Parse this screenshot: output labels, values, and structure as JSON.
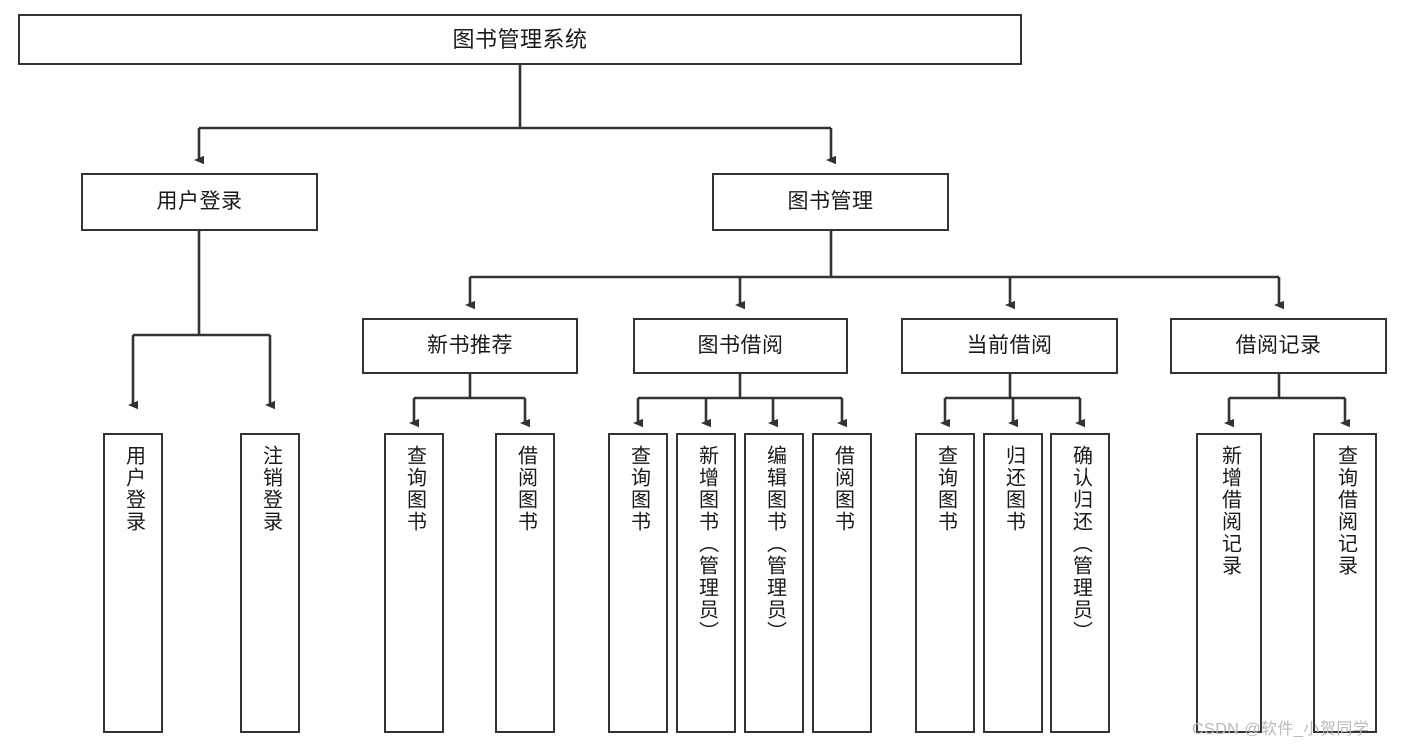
{
  "diagram": {
    "type": "hierarchy-tree",
    "title": "图书管理系统",
    "watermark": "CSDN @软件_小贺同学",
    "colors": {
      "background": "#ffffff",
      "node_border": "#333333",
      "node_fill": "#ffffff",
      "connector": "#333333",
      "text": "#1a1a1a",
      "watermark": "#b9b9b9"
    },
    "nodes": {
      "root": {
        "label": "图书管理系统"
      },
      "level1": [
        {
          "label": "用户登录"
        },
        {
          "label": "图书管理"
        }
      ],
      "level2": [
        {
          "label": "新书推荐"
        },
        {
          "label": "图书借阅"
        },
        {
          "label": "当前借阅"
        },
        {
          "label": "借阅记录"
        }
      ],
      "leaves": {
        "user_login": [
          {
            "label": "用户登录"
          },
          {
            "label": "注销登录"
          }
        ],
        "new_book_recommend": [
          {
            "label": "查询图书"
          },
          {
            "label": "借阅图书"
          }
        ],
        "book_borrow": [
          {
            "label": "查询图书"
          },
          {
            "label": "新增图书（管理员）"
          },
          {
            "label": "编辑图书（管理员）"
          },
          {
            "label": "借阅图书"
          }
        ],
        "current_borrow": [
          {
            "label": "查询图书"
          },
          {
            "label": "归还图书"
          },
          {
            "label": "确认归还（管理员）"
          }
        ],
        "borrow_record": [
          {
            "label": "新增借阅记录"
          },
          {
            "label": "查询借阅记录"
          }
        ]
      }
    }
  }
}
